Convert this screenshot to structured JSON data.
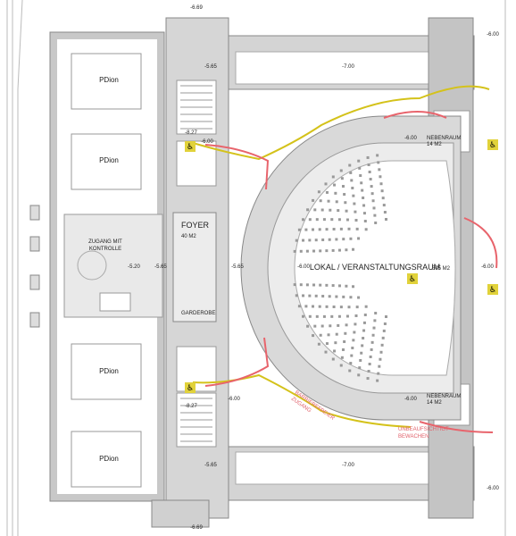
{
  "rooms": {
    "pdion": "PDion",
    "foyer": "FOYER",
    "foyer_area": "40 M2",
    "zugang_line1": "ZUGANG MIT",
    "zugang_line2": "KONTROLLE",
    "garderobe": "GARDEROBE",
    "main_hall": "LOKAL / VERANSTALTUNGSRAUM",
    "main_hall_area": "305 M2",
    "nebenraum": "NEBENRAUM",
    "nebenraum_area": "14 M2"
  },
  "levels": {
    "top": "-6.69",
    "bottom": "-6.69",
    "corridor_top": "-7.00",
    "corridor_bottom": "-7.00",
    "right_top": "-6.00",
    "right_mid": "-6.00",
    "right_bottom": "-6.00",
    "stair_top_a": "-5.65",
    "stair_top_b": "-8.27",
    "lift_top": "-6.00",
    "stair_bottom_a": "-5.65",
    "stair_bottom_b": "-8.27",
    "lift_bottom": "-6.00",
    "entry": "-5.20",
    "entry_b": "-5.65",
    "foyer_level": "-5.65",
    "hall": "-6.00",
    "neben_top": "-6.00",
    "neben_bottom": "-6.00"
  },
  "annotations": {
    "barrier_free_line1": "BARRIEREFREIER",
    "barrier_free_line2": "ZUGANG",
    "unattended_line1": "UNBEAUFSICHTIGT",
    "unattended_line2": "BEWACHEN"
  },
  "colors": {
    "wall": "#bdbdbd",
    "wall_dark": "#8c8c8c",
    "circulation": "#e4e4e4",
    "route_yellow": "#d4c21a",
    "route_red": "#e8646c"
  },
  "icons": [
    "wheelchair-icon"
  ]
}
